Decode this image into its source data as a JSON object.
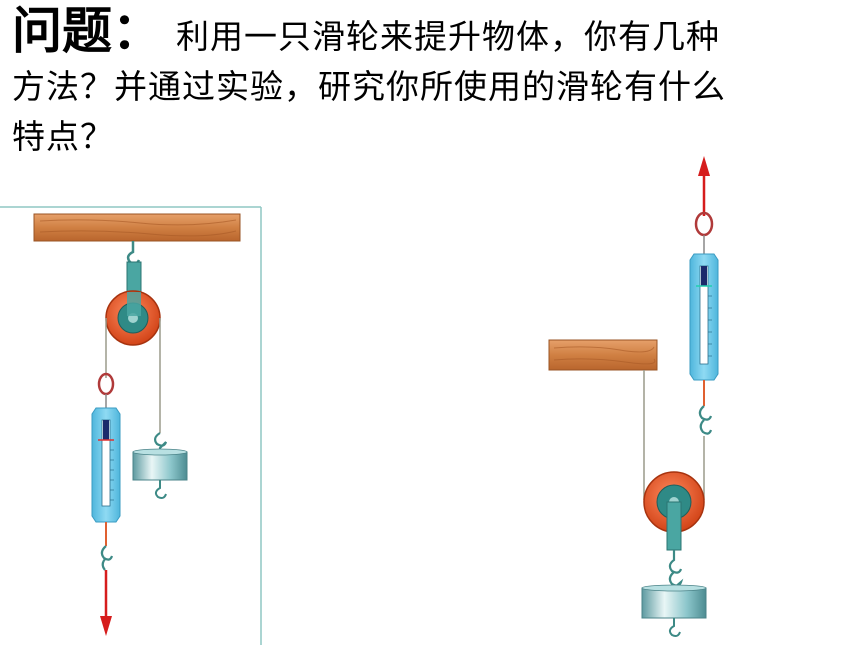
{
  "question": {
    "title": "问题：",
    "text": "利用一只滑轮来提升物体，你有几种方法？并通过实验，研究你所使用的滑轮有什么特点？"
  },
  "figures": {
    "left": {
      "name": "fixed-pulley-setup"
    },
    "right": {
      "name": "movable-pulley-setup"
    }
  },
  "colors": {
    "beam": "#d98a4c",
    "pulley_rim": "#e0552a",
    "pulley_hub": "#2f8a86",
    "scale_body": "#5fc3e6",
    "arrow": "#d61d1d",
    "weight": "#7fb9be",
    "panel_border": "#8fc7c4"
  }
}
